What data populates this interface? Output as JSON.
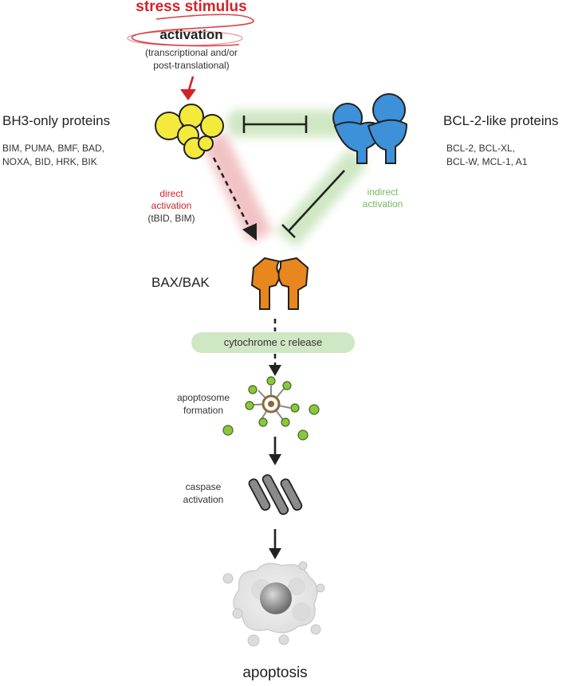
{
  "stimulus": {
    "label": "stress stimulus",
    "activation_label": "activation",
    "activation_detail": "(transcriptional and/or\npost-translational)"
  },
  "bh3": {
    "title": "BH3-only proteins",
    "members": "BIM, PUMA, BMF, BAD,\nNOXA, BID, HRK, BIK"
  },
  "bcl2": {
    "title": "BCL-2-like proteins",
    "members": "BCL-2, BCL-XL,\nBCL-W, MCL-1, A1"
  },
  "direct": {
    "label": "direct\nactivation",
    "detail": "(tBID, BIM)"
  },
  "indirect": {
    "label": "indirect\nactivation"
  },
  "effector": {
    "label": "BAX/BAK"
  },
  "steps": {
    "cytochrome": "cytochrome c release",
    "apoptosome": "apoptosome\nformation",
    "caspase": "caspase\nactivation",
    "apoptosis": "apoptosis"
  },
  "colors": {
    "stimulus_red": "#d3222a",
    "bh3_yellow": "#f3ea3c",
    "bcl2_blue": "#3d91d8",
    "baxbak_orange": "#e8871e",
    "inhibition_green": "#cfe7c3",
    "direct_red_band": "#f2c3c4",
    "apoptosome_green": "#8cc63f",
    "caspase_gray": "#8a8a8a",
    "cell_gray": "#e6e6e6"
  }
}
